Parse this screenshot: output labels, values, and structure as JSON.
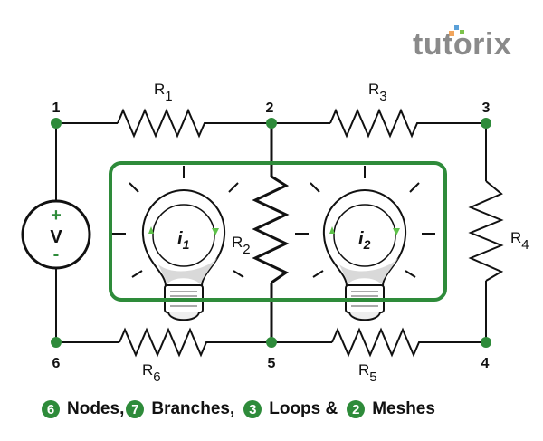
{
  "logo": {
    "text": "tutorix",
    "dot_colors": [
      "#5aa0d8",
      "#7cc24a",
      "#f2a55c"
    ]
  },
  "colors": {
    "accent_green": "#2e8b3a",
    "arrow_green": "#5ec24a",
    "wire": "#111111",
    "logo_gray": "#8a8a8a"
  },
  "nodes": [
    {
      "id": "1",
      "label": "1"
    },
    {
      "id": "2",
      "label": "2"
    },
    {
      "id": "3",
      "label": "3"
    },
    {
      "id": "4",
      "label": "4"
    },
    {
      "id": "5",
      "label": "5"
    },
    {
      "id": "6",
      "label": "6"
    }
  ],
  "resistors": [
    {
      "id": "R1",
      "name": "R",
      "sub": "1",
      "between": [
        "1",
        "2"
      ]
    },
    {
      "id": "R2",
      "name": "R",
      "sub": "2",
      "between": [
        "2",
        "5"
      ]
    },
    {
      "id": "R3",
      "name": "R",
      "sub": "3",
      "between": [
        "2",
        "3"
      ]
    },
    {
      "id": "R4",
      "name": "R",
      "sub": "4",
      "between": [
        "3",
        "4"
      ]
    },
    {
      "id": "R5",
      "name": "R",
      "sub": "5",
      "between": [
        "5",
        "4"
      ]
    },
    {
      "id": "R6",
      "name": "R",
      "sub": "6",
      "between": [
        "6",
        "5"
      ]
    }
  ],
  "source": {
    "label": "V",
    "plus": "+",
    "minus": "-"
  },
  "meshes": [
    {
      "current": "i",
      "sub": "1"
    },
    {
      "current": "i",
      "sub": "2"
    }
  ],
  "caption": [
    {
      "count": "6",
      "text": "Nodes,"
    },
    {
      "count": "7",
      "text": "Branches,"
    },
    {
      "count": "3",
      "text": "Loops &"
    },
    {
      "count": "2",
      "text": "Meshes"
    }
  ]
}
